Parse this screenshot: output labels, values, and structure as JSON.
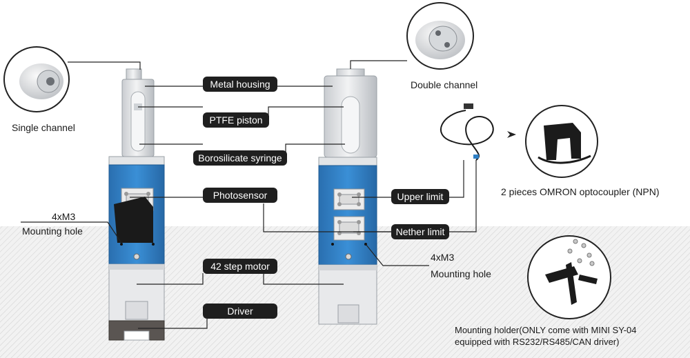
{
  "labels": {
    "metal_housing": "Metal housing",
    "ptfe_piston": "PTFE piston",
    "borosilicate_syringe": "Borosilicate syringe",
    "photosensor": "Photosensor",
    "upper_limit": "Upper limit",
    "nether_limit": "Nether limit",
    "step_motor": "42 step motor",
    "driver": "Driver"
  },
  "captions": {
    "single_channel": "Single channel",
    "double_channel": "Double channel",
    "left_mount_top": "4xM3",
    "left_mount_bottom": "Mounting hole",
    "right_mount_top": "4xM3",
    "right_mount_bottom": "Mounting hole",
    "optocoupler": "2 pieces OMRON optocoupler (NPN)",
    "holder_line1": "Mounting holder(ONLY come with MINI SY-04",
    "holder_line2": "equipped with RS232/RS485/CAN driver)"
  },
  "colors": {
    "motor_blue": "#2f7fc4",
    "label_bg": "#1f1f1f",
    "label_text": "#ffffff",
    "housing_gray": "#d9dbde",
    "driver_dark": "#5a5552"
  }
}
